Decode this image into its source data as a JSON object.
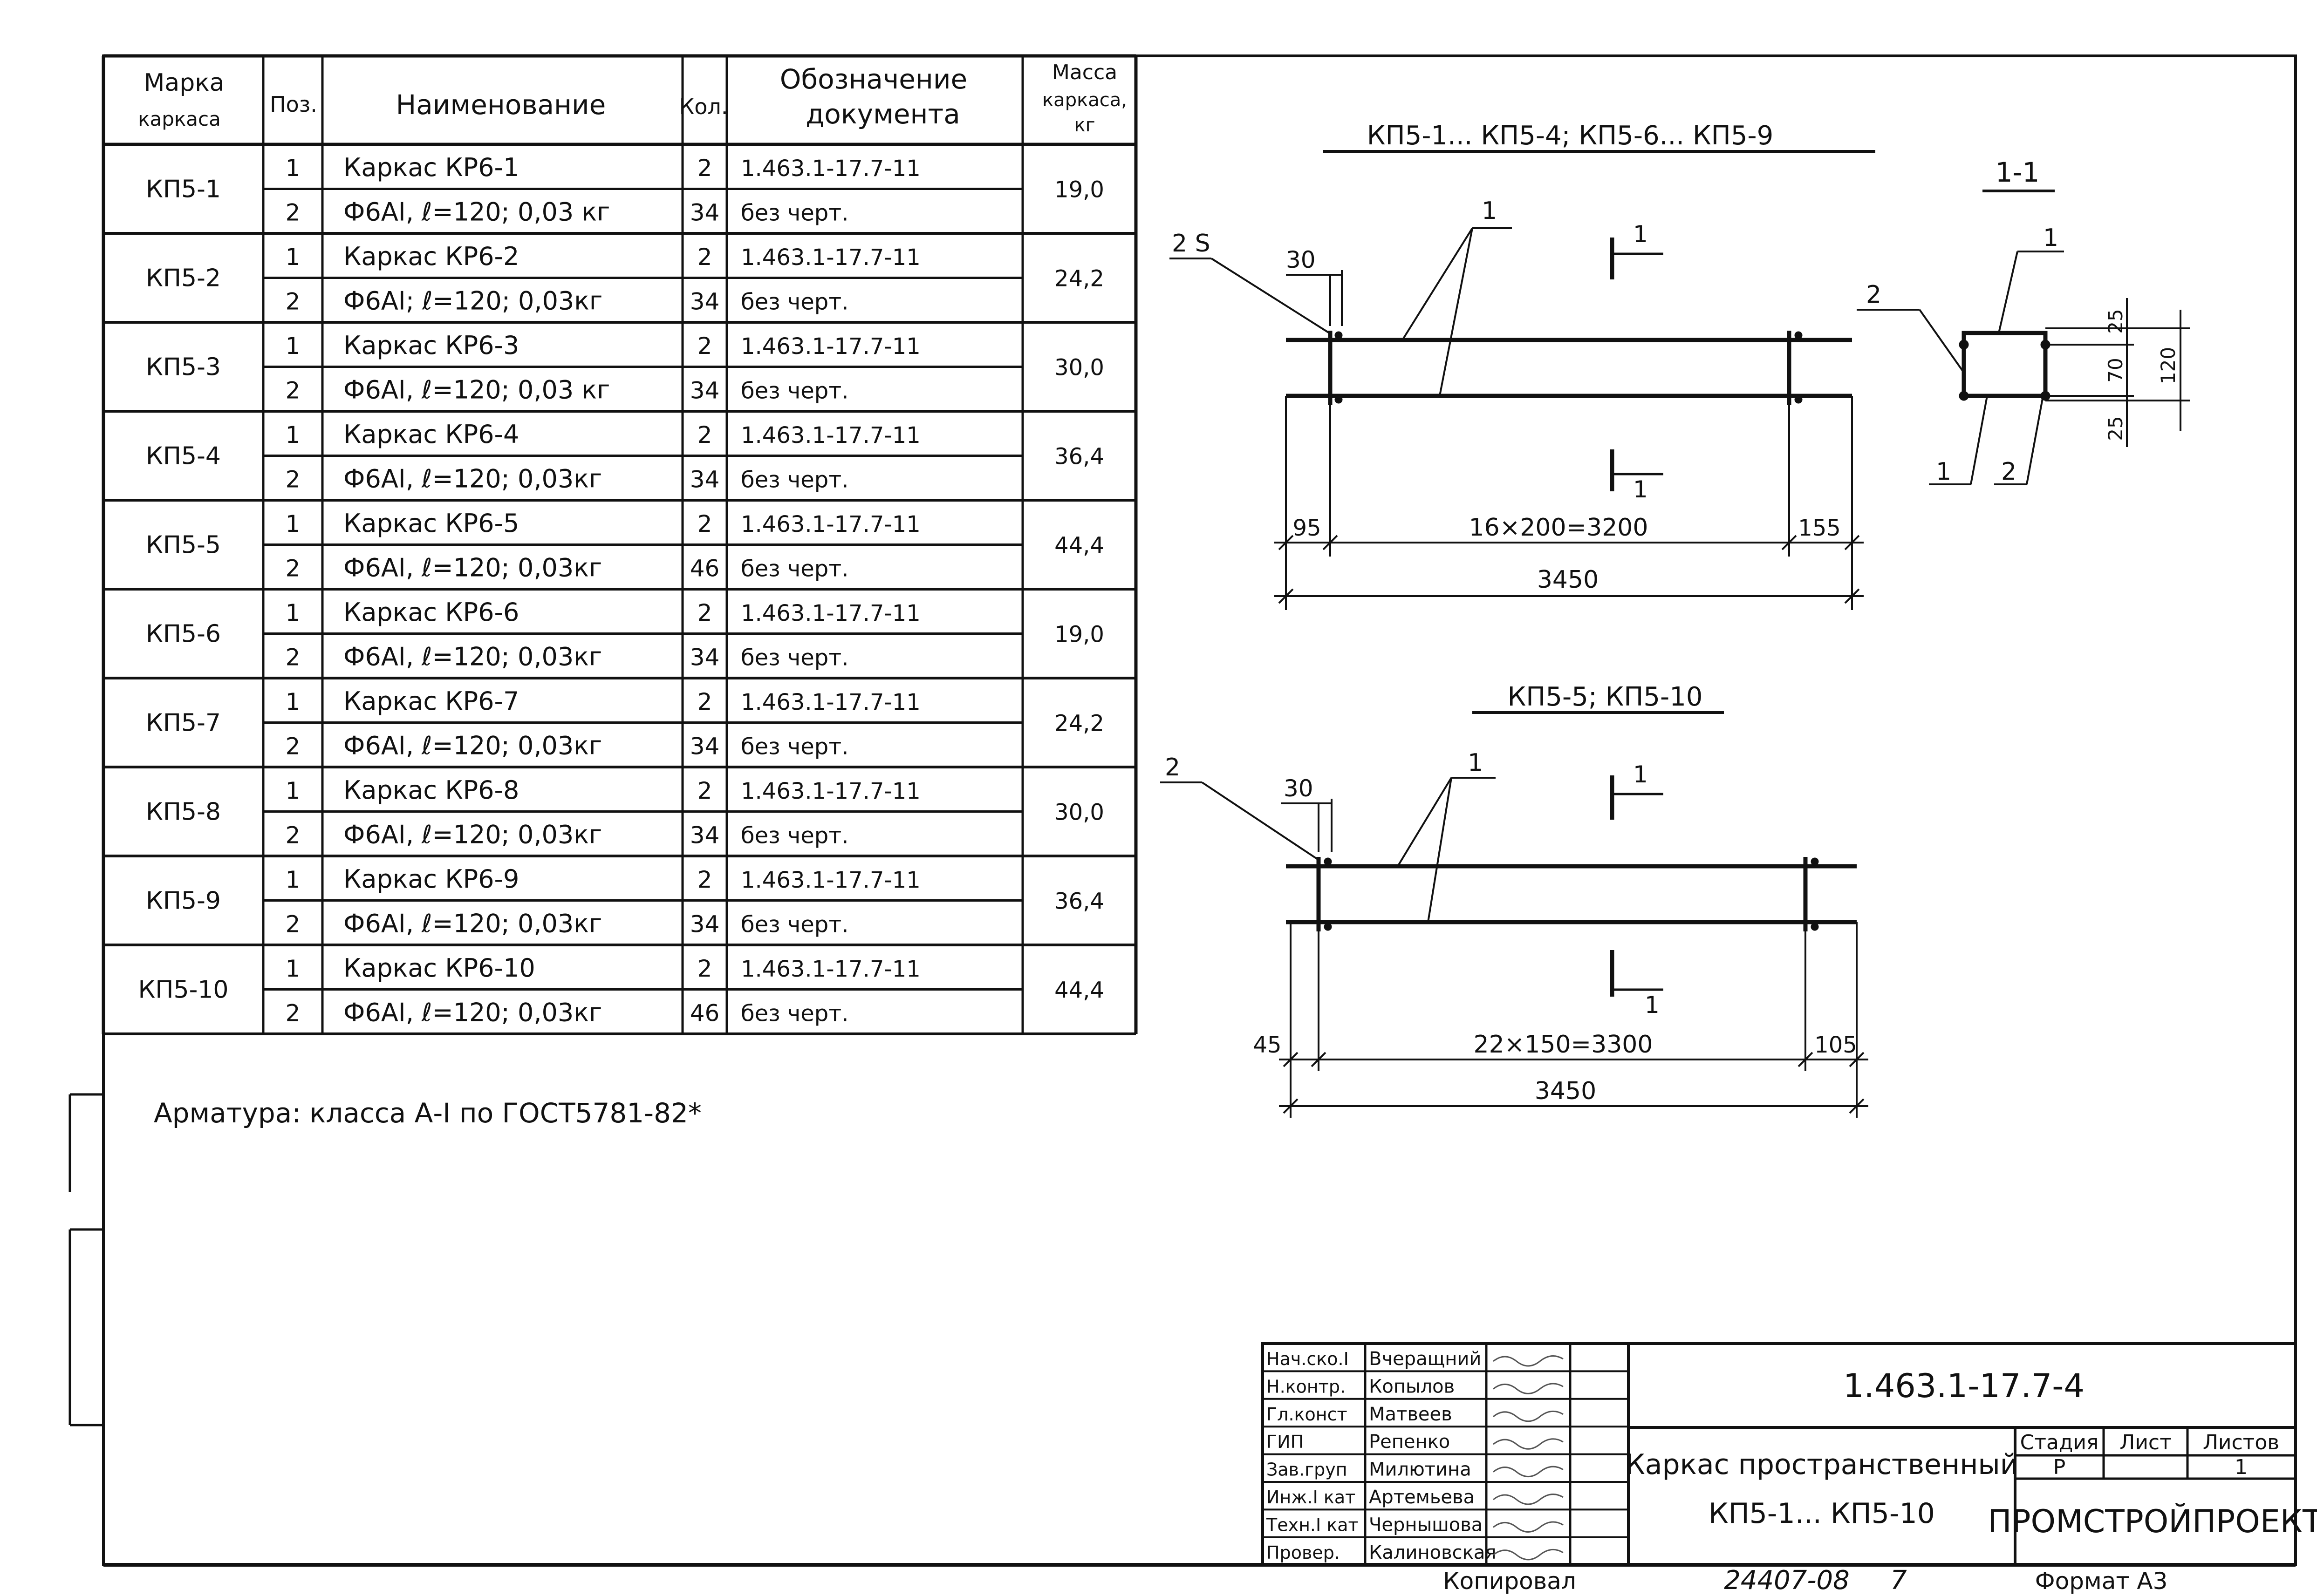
{
  "spec_table": {
    "headers": {
      "mark": [
        "Марка",
        "каркаса"
      ],
      "pos": "Поз.",
      "name": "Наименование",
      "qty": "Кол.",
      "doc": [
        "Обозначение",
        "документа"
      ],
      "mass": [
        "Масса",
        "каркаса,",
        "кг"
      ]
    },
    "groups": [
      {
        "mark": "КП5-1",
        "mass": "19,0",
        "rows": [
          {
            "pos": "1",
            "name": "Каркас КР6-1",
            "qty": "2",
            "doc": "1.463.1-17.7-11"
          },
          {
            "pos": "2",
            "name": "Ф6АI, ℓ=120; 0,03 кг",
            "qty": "34",
            "doc": "без черт."
          }
        ]
      },
      {
        "mark": "КП5-2",
        "mass": "24,2",
        "rows": [
          {
            "pos": "1",
            "name": "Каркас КР6-2",
            "qty": "2",
            "doc": "1.463.1-17.7-11"
          },
          {
            "pos": "2",
            "name": "Ф6АI; ℓ=120; 0,03кг",
            "qty": "34",
            "doc": "без черт."
          }
        ]
      },
      {
        "mark": "КП5-3",
        "mass": "30,0",
        "rows": [
          {
            "pos": "1",
            "name": "Каркас КР6-3",
            "qty": "2",
            "doc": "1.463.1-17.7-11"
          },
          {
            "pos": "2",
            "name": "Ф6АI, ℓ=120; 0,03 кг",
            "qty": "34",
            "doc": "без черт."
          }
        ]
      },
      {
        "mark": "КП5-4",
        "mass": "36,4",
        "rows": [
          {
            "pos": "1",
            "name": "Каркас КР6-4",
            "qty": "2",
            "doc": "1.463.1-17.7-11"
          },
          {
            "pos": "2",
            "name": "Ф6АI, ℓ=120; 0,03кг",
            "qty": "34",
            "doc": "без черт."
          }
        ]
      },
      {
        "mark": "КП5-5",
        "mass": "44,4",
        "rows": [
          {
            "pos": "1",
            "name": "Каркас КР6-5",
            "qty": "2",
            "doc": "1.463.1-17.7-11"
          },
          {
            "pos": "2",
            "name": "Ф6АI, ℓ=120; 0,03кг",
            "qty": "46",
            "doc": "без черт."
          }
        ]
      },
      {
        "mark": "КП5-6",
        "mass": "19,0",
        "rows": [
          {
            "pos": "1",
            "name": "Каркас КР6-6",
            "qty": "2",
            "doc": "1.463.1-17.7-11"
          },
          {
            "pos": "2",
            "name": "Ф6АI, ℓ=120; 0,03кг",
            "qty": "34",
            "doc": "без черт."
          }
        ]
      },
      {
        "mark": "КП5-7",
        "mass": "24,2",
        "rows": [
          {
            "pos": "1",
            "name": "Каркас КР6-7",
            "qty": "2",
            "doc": "1.463.1-17.7-11"
          },
          {
            "pos": "2",
            "name": "Ф6АI, ℓ=120; 0,03кг",
            "qty": "34",
            "doc": "без черт."
          }
        ]
      },
      {
        "mark": "КП5-8",
        "mass": "30,0",
        "rows": [
          {
            "pos": "1",
            "name": "Каркас КР6-8",
            "qty": "2",
            "doc": "1.463.1-17.7-11"
          },
          {
            "pos": "2",
            "name": "Ф6АI, ℓ=120; 0,03кг",
            "qty": "34",
            "doc": "без черт."
          }
        ]
      },
      {
        "mark": "КП5-9",
        "mass": "36,4",
        "rows": [
          {
            "pos": "1",
            "name": "Каркас КР6-9",
            "qty": "2",
            "doc": "1.463.1-17.7-11"
          },
          {
            "pos": "2",
            "name": "Ф6АI, ℓ=120; 0,03кг",
            "qty": "34",
            "doc": "без черт."
          }
        ]
      },
      {
        "mark": "КП5-10",
        "mass": "44,4",
        "rows": [
          {
            "pos": "1",
            "name": "Каркас КР6-10",
            "qty": "2",
            "doc": "1.463.1-17.7-11"
          },
          {
            "pos": "2",
            "name": "Ф6АI, ℓ=120; 0,03кг",
            "qty": "46",
            "doc": "без черт."
          }
        ]
      }
    ]
  },
  "note": "Арматура: класса А-I по ГОСТ5781-82*",
  "drawing1": {
    "title": "КП5-1... КП5-4; КП5-6... КП5-9",
    "leader_left": "2 S",
    "leader_top": "1",
    "dim_30": "30",
    "section_mark": "1",
    "dim_left": "95",
    "dim_middle": "16×200=3200",
    "dim_right": "155",
    "dim_total": "3450"
  },
  "drawing2": {
    "title": "КП5-5; КП5-10",
    "leader_left": "2",
    "leader_top": "1",
    "dim_30": "30",
    "section_mark": "1",
    "dim_left": "45",
    "dim_middle": "22×150=3300",
    "dim_right": "105",
    "dim_total": "3450"
  },
  "section": {
    "title": "1-1",
    "label_1_top": "1",
    "label_2_left": "2",
    "label_1_bottom": "1",
    "label_2_bottom": "2",
    "dim_25_top": "25",
    "dim_70": "70",
    "dim_25_bottom": "25",
    "dim_120": "120"
  },
  "title_block": {
    "roles": [
      "Нач.ско.I",
      "Н.контр.",
      "Гл.конст",
      "ГИП",
      "Зав.груп",
      "Инж.I кат",
      "Техн.I кат",
      "Провер."
    ],
    "names": [
      "Вчеращний",
      "Копылов",
      "Матвеев",
      "Репенко",
      "Милютина",
      "Артемьева",
      "Чернышова",
      "Калиновская"
    ],
    "doc_code": "1.463.1-17.7-4",
    "product_line1": "Каркас пространственный",
    "product_line2": "КП5-1... КП5-10",
    "stage_label": "Стадия",
    "sheet_label": "Лист",
    "sheets_label": "Листов",
    "stage_value": "Р",
    "sheet_value": "",
    "sheets_value": "1",
    "organization": "ПРОМСТРОЙПРОЕКТ"
  },
  "footer": {
    "copied": "Копировал",
    "inventory": "24407-08",
    "inventory_sheet": "7",
    "format": "Формат А3"
  }
}
